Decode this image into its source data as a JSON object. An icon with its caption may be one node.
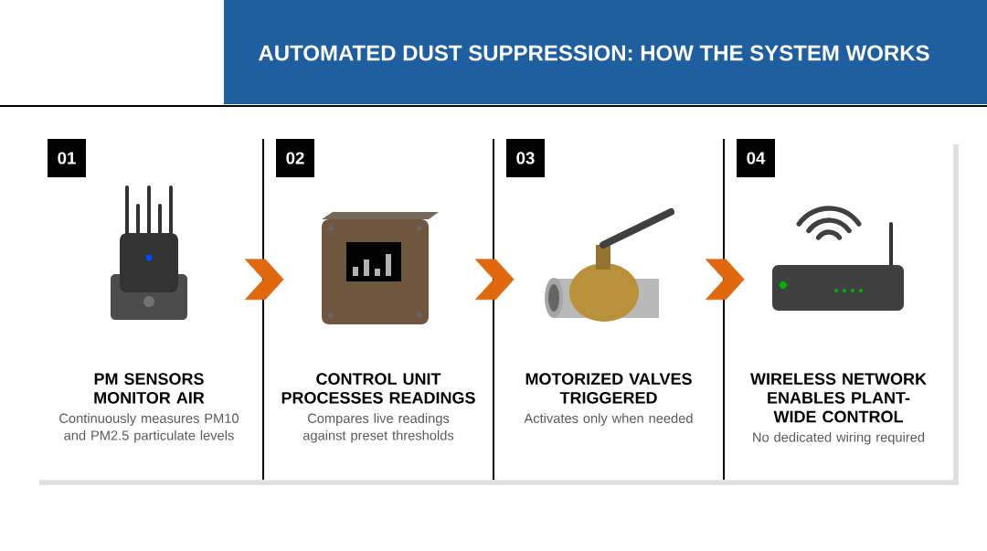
{
  "diagram": {
    "title": "AUTOMATED DUST SUPPRESSION: HOW THE SYSTEM WORKS",
    "nodes": [
      {
        "text": [
          "01",
          "PM SENSORS MONITOR AIR",
          "Continuously measures PM10 and PM2.5 particulate levels"
        ]
      },
      {
        "text": [
          "02",
          "CONTROL UNIT PROCESSES READINGS",
          "Compares live readings against preset thresholds"
        ]
      },
      {
        "text": [
          "03",
          "MOTORIZED VALVES TRIGGERED",
          "Activates only when needed"
        ]
      },
      {
        "text": [
          "04",
          "WIRELESS NETWORK ENABLES PLANT-WIDE CONTROL",
          "No dedicated wiring required"
        ]
      }
    ],
    "edges": [
      {
        "from": 0,
        "to": 1,
        "arrow": "to",
        "color": "#e0680f"
      },
      {
        "from": 1,
        "to": 2,
        "arrow": "to",
        "color": "#e0680f"
      },
      {
        "from": 2,
        "to": 3,
        "arrow": "to",
        "color": "#e0680f"
      }
    ]
  }
}
